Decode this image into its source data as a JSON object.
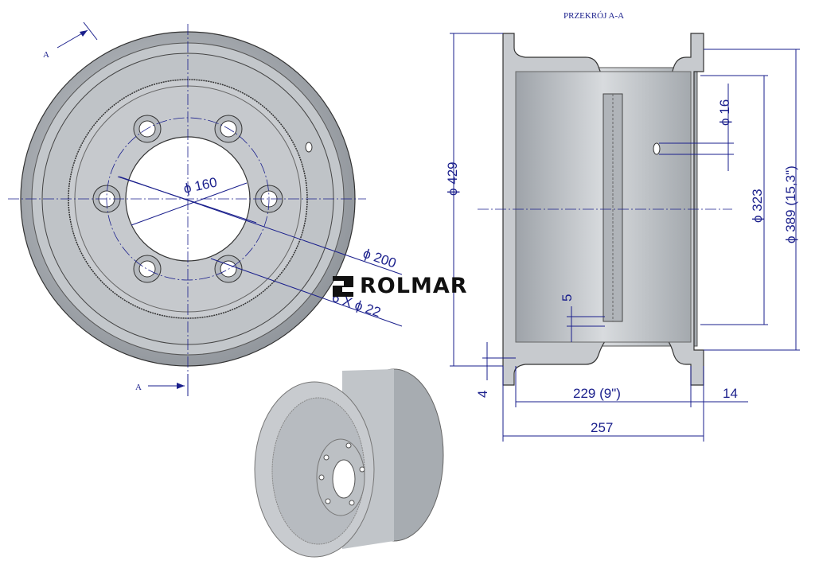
{
  "section_title": "PRZEKRÓJ A-A",
  "section_marks": {
    "top": "A",
    "bottom": "A"
  },
  "brand": "ROLMAR",
  "front_view": {
    "bolt_circle": "ϕ 160",
    "center_diameter": "ϕ 200",
    "holes": "6 X ϕ 22"
  },
  "section_view": {
    "outer_diameter": "ϕ 429",
    "rim_diameter": "ϕ 389  (15,3\")",
    "inner_diameter": "ϕ 323",
    "valve_hole": "ϕ 16",
    "disc_thickness": "5",
    "flange_thickness": "4",
    "inner_width": "229  (9\")",
    "flange_width": "14",
    "overall_width": "257"
  },
  "colors": {
    "dimension": "#1a1f8c",
    "metal": "#b4b8bd"
  }
}
